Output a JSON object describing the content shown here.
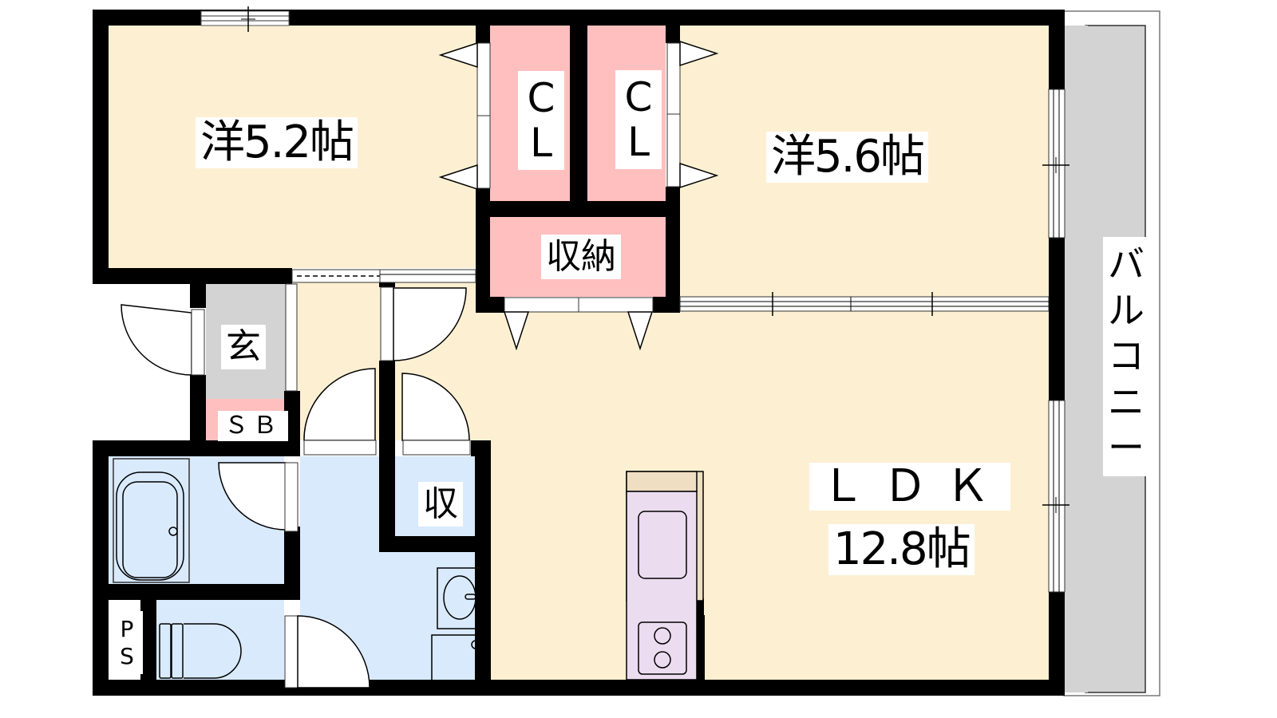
{
  "floorplan": {
    "colors": {
      "wall": "#000000",
      "room_floor": "#fdf0d2",
      "storage": "#ffbfbf",
      "wet_area": "#d9eafd",
      "entrance": "#d3d3d3",
      "balcony": "#d3d3d3",
      "kitchen_counter": "#ecdcf0",
      "kitchen_wall_cabinet": "#efdec2",
      "door_swing": "#ffffff"
    },
    "rooms": {
      "western_room_1": {
        "label": "洋5.2帖"
      },
      "western_room_2": {
        "label": "洋5.6帖"
      },
      "closet_1": {
        "label_lines": [
          "C",
          "L"
        ]
      },
      "closet_2": {
        "label_lines": [
          "C",
          "L"
        ]
      },
      "storage_main": {
        "label": "収納"
      },
      "entrance": {
        "label": "玄"
      },
      "shoe_box": {
        "label": "ＳＢ"
      },
      "storage_small": {
        "label": "収"
      },
      "pipe_space": {
        "label_lines": [
          "P",
          "S"
        ]
      },
      "ldk": {
        "label": "ＬＤＫ",
        "size": "12.8帖"
      },
      "balcony": {
        "label_lines": [
          "バ",
          "ル",
          "コ",
          "ニ",
          "ー"
        ]
      }
    }
  }
}
